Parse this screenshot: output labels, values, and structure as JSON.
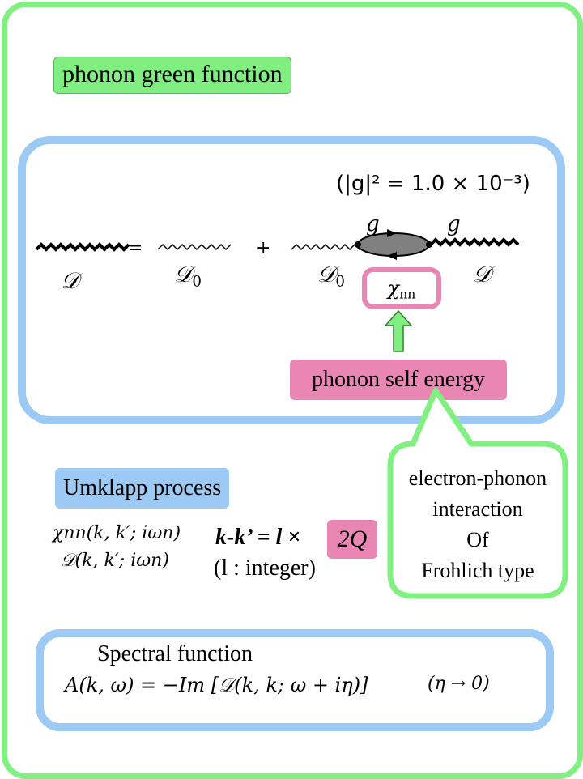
{
  "title": "phonon green function",
  "dyson": {
    "coupling_note": "(|g|² = 1.0 × 10⁻³)",
    "D_label": "𝒟",
    "D0_label": "𝒟",
    "D0_sub": "0",
    "equals": "=",
    "plus": "+",
    "g_label": "g",
    "chi_label": "χ",
    "chi_sub": "nn"
  },
  "self_energy_label": "phonon self energy",
  "callout": {
    "line1": "electron-phonon",
    "line2": "interaction",
    "line3": "Of",
    "line4": "Frohlich type"
  },
  "umklapp": {
    "label": "Umklapp process",
    "chi_expr": "χnn(k, k′; iωn)",
    "D_expr": "𝒟(k, k′; iωn)",
    "relation": "k-k’ = l ×",
    "vector": "2Q",
    "integer_note": "(l  : integer)"
  },
  "spectral": {
    "label": "Spectral function",
    "formula": "A(k, ω) = −Im [𝒟(k, k; ω + iη)]",
    "limit": "(η → 0)"
  },
  "colors": {
    "green": "#80f080",
    "blue": "#9ccaf4",
    "pink": "#ea86b4"
  }
}
